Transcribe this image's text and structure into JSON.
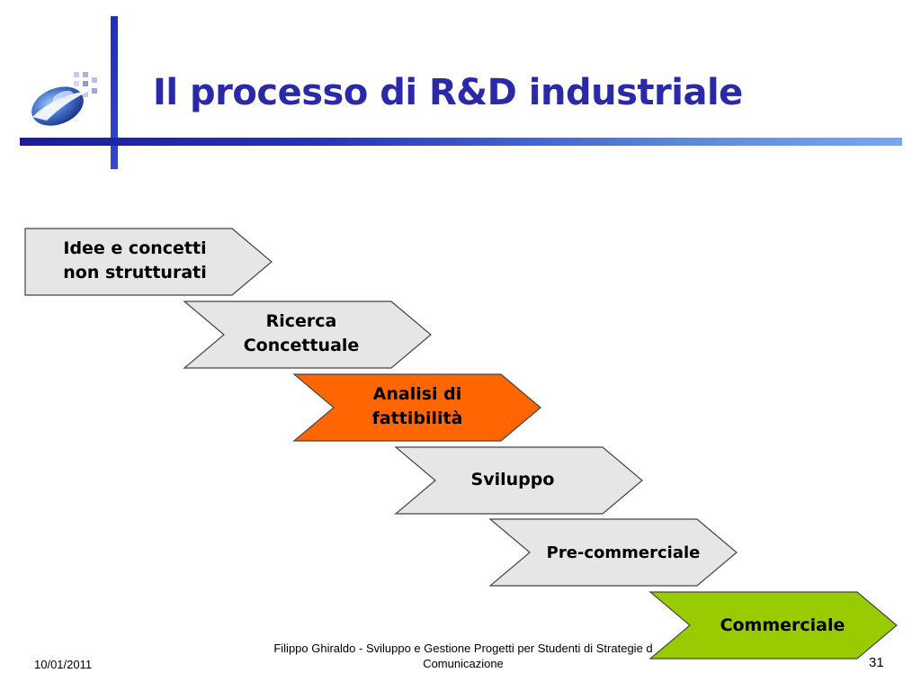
{
  "slide": {
    "title": "Il processo di R&D industriale",
    "logo_icon": "globe-orbit-logo-icon"
  },
  "process": {
    "steps": [
      {
        "label": "Idee e concetti\nnon strutturati",
        "fill": "#e6e6e6"
      },
      {
        "label": "Ricerca\nConcettuale",
        "fill": "#e6e6e6"
      },
      {
        "label": "Analisi di\nfattibilità",
        "fill": "#ff6600"
      },
      {
        "label": "Sviluppo",
        "fill": "#e6e6e6"
      },
      {
        "label": "Pre-commerciale",
        "fill": "#e6e6e6"
      },
      {
        "label": "Commerciale",
        "fill": "#99cc00"
      }
    ]
  },
  "footer": {
    "date": "10/01/2011",
    "text": "Filippo Ghiraldo - Sviluppo e Gestione Progetti per Studenti di Strategie d\nComunicazione",
    "page": "31"
  },
  "colors": {
    "title": "#2a2aa8",
    "accent_bar": "#2435b8",
    "highlight": "#ff6600",
    "final": "#99cc00",
    "neutral": "#e6e6e6"
  }
}
